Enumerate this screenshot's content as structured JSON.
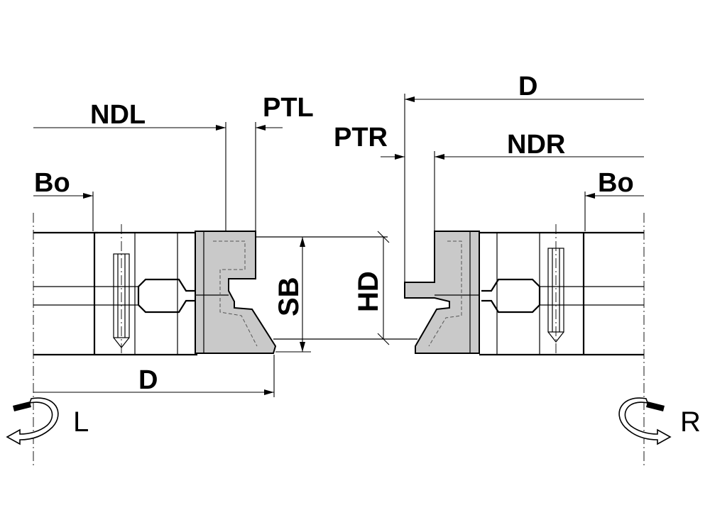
{
  "labels": {
    "ndl": "NDL",
    "ptl": "PTL",
    "ptr": "PTR",
    "ndr": "NDR",
    "d_top": "D",
    "d_bottom": "D",
    "bo_left": "Bo",
    "bo_right": "Bo",
    "sb": "SB",
    "hd": "HD",
    "rotation_left": "L",
    "rotation_right": "R"
  }
}
